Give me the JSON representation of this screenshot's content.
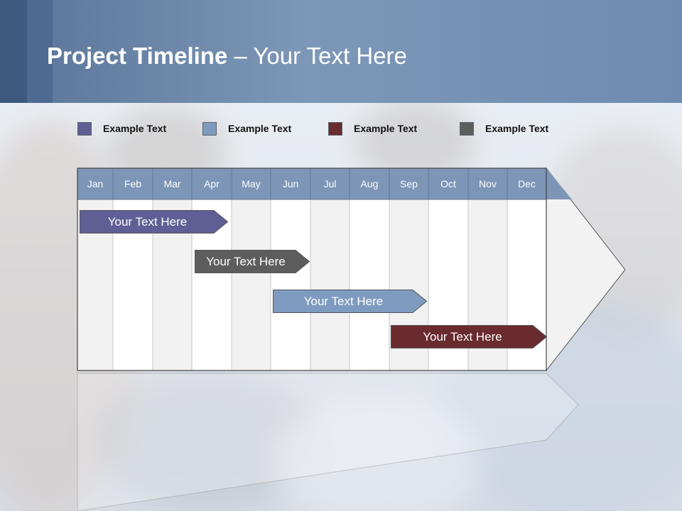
{
  "slide": {
    "title_bold": "Project Timeline",
    "title_rest": " – Your Text Here"
  },
  "legend": [
    {
      "label": "Example Text",
      "color": "#5f5f95"
    },
    {
      "label": "Example Text",
      "color": "#7e9bbf"
    },
    {
      "label": "Example Text",
      "color": "#6a2b2e"
    },
    {
      "label": "Example Text",
      "color": "#5d5d5d"
    }
  ],
  "months": [
    "Jan",
    "Feb",
    "Mar",
    "Apr",
    "May",
    "Jun",
    "Jul",
    "Aug",
    "Sep",
    "Oct",
    "Nov",
    "Dec"
  ],
  "tasks": [
    {
      "label": "Your  Text Here",
      "color": "#5f5f95"
    },
    {
      "label": "Your  Text Here",
      "color": "#5d5d5d"
    },
    {
      "label": "Your  Text Here",
      "color": "#7e9bbf"
    },
    {
      "label": "Your  Text Here",
      "color": "#6a2b2e"
    }
  ],
  "colors": {
    "header_month_bg": "#7d95b6",
    "column_shade": "#f1f1f1",
    "column_white": "#ffffff"
  }
}
